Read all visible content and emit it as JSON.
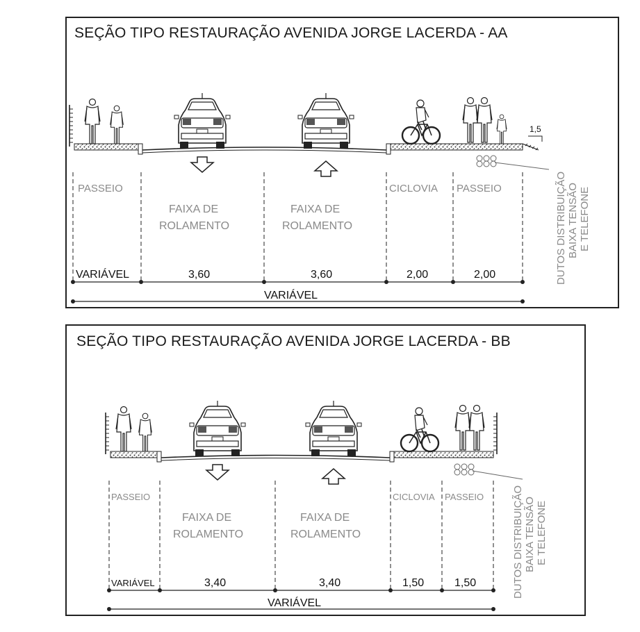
{
  "sections": {
    "aa": {
      "title": "SEÇÃO TIPO RESTAURAÇÃO AVENIDA JORGE LACERDA - AA",
      "labels": {
        "passeio_left": "PASSEIO",
        "faixa_left_1": "FAIXA DE",
        "faixa_left_2": "ROLAMENTO",
        "faixa_right_1": "FAIXA DE",
        "faixa_right_2": "ROLAMENTO",
        "ciclovia": "CICLOVIA",
        "passeio_right": "PASSEIO",
        "slope": "1,5",
        "dutos_1": "DUTOS DISTRIBUIÇÃO",
        "dutos_2": "BAIXA TENSÃO",
        "dutos_3": "E TELEFONE"
      },
      "dims": {
        "passeio_left": "VARIÁVEL",
        "faixa_left": "3,60",
        "faixa_right": "3,60",
        "ciclovia": "2,00",
        "passeio_right": "2,00",
        "total": "VARIÁVEL"
      }
    },
    "bb": {
      "title": "SEÇÃO TIPO RESTAURAÇÃO AVENIDA JORGE LACERDA - BB",
      "labels": {
        "passeio_left": "PASSEIO",
        "faixa_left_1": "FAIXA DE",
        "faixa_left_2": "ROLAMENTO",
        "faixa_right_1": "FAIXA DE",
        "faixa_right_2": "ROLAMENTO",
        "ciclovia": "CICLOVIA",
        "passeio_right": "PASSEIO",
        "dutos_1": "DUTOS DISTRIBUIÇÃO",
        "dutos_2": "BAIXA TENSÃO",
        "dutos_3": "E TELEFONE"
      },
      "dims": {
        "passeio_left": "VARIÁVEL",
        "faixa_left": "3,40",
        "faixa_right": "3,40",
        "ciclovia": "1,50",
        "passeio_right": "1,50",
        "total": "VARIÁVEL"
      }
    }
  }
}
